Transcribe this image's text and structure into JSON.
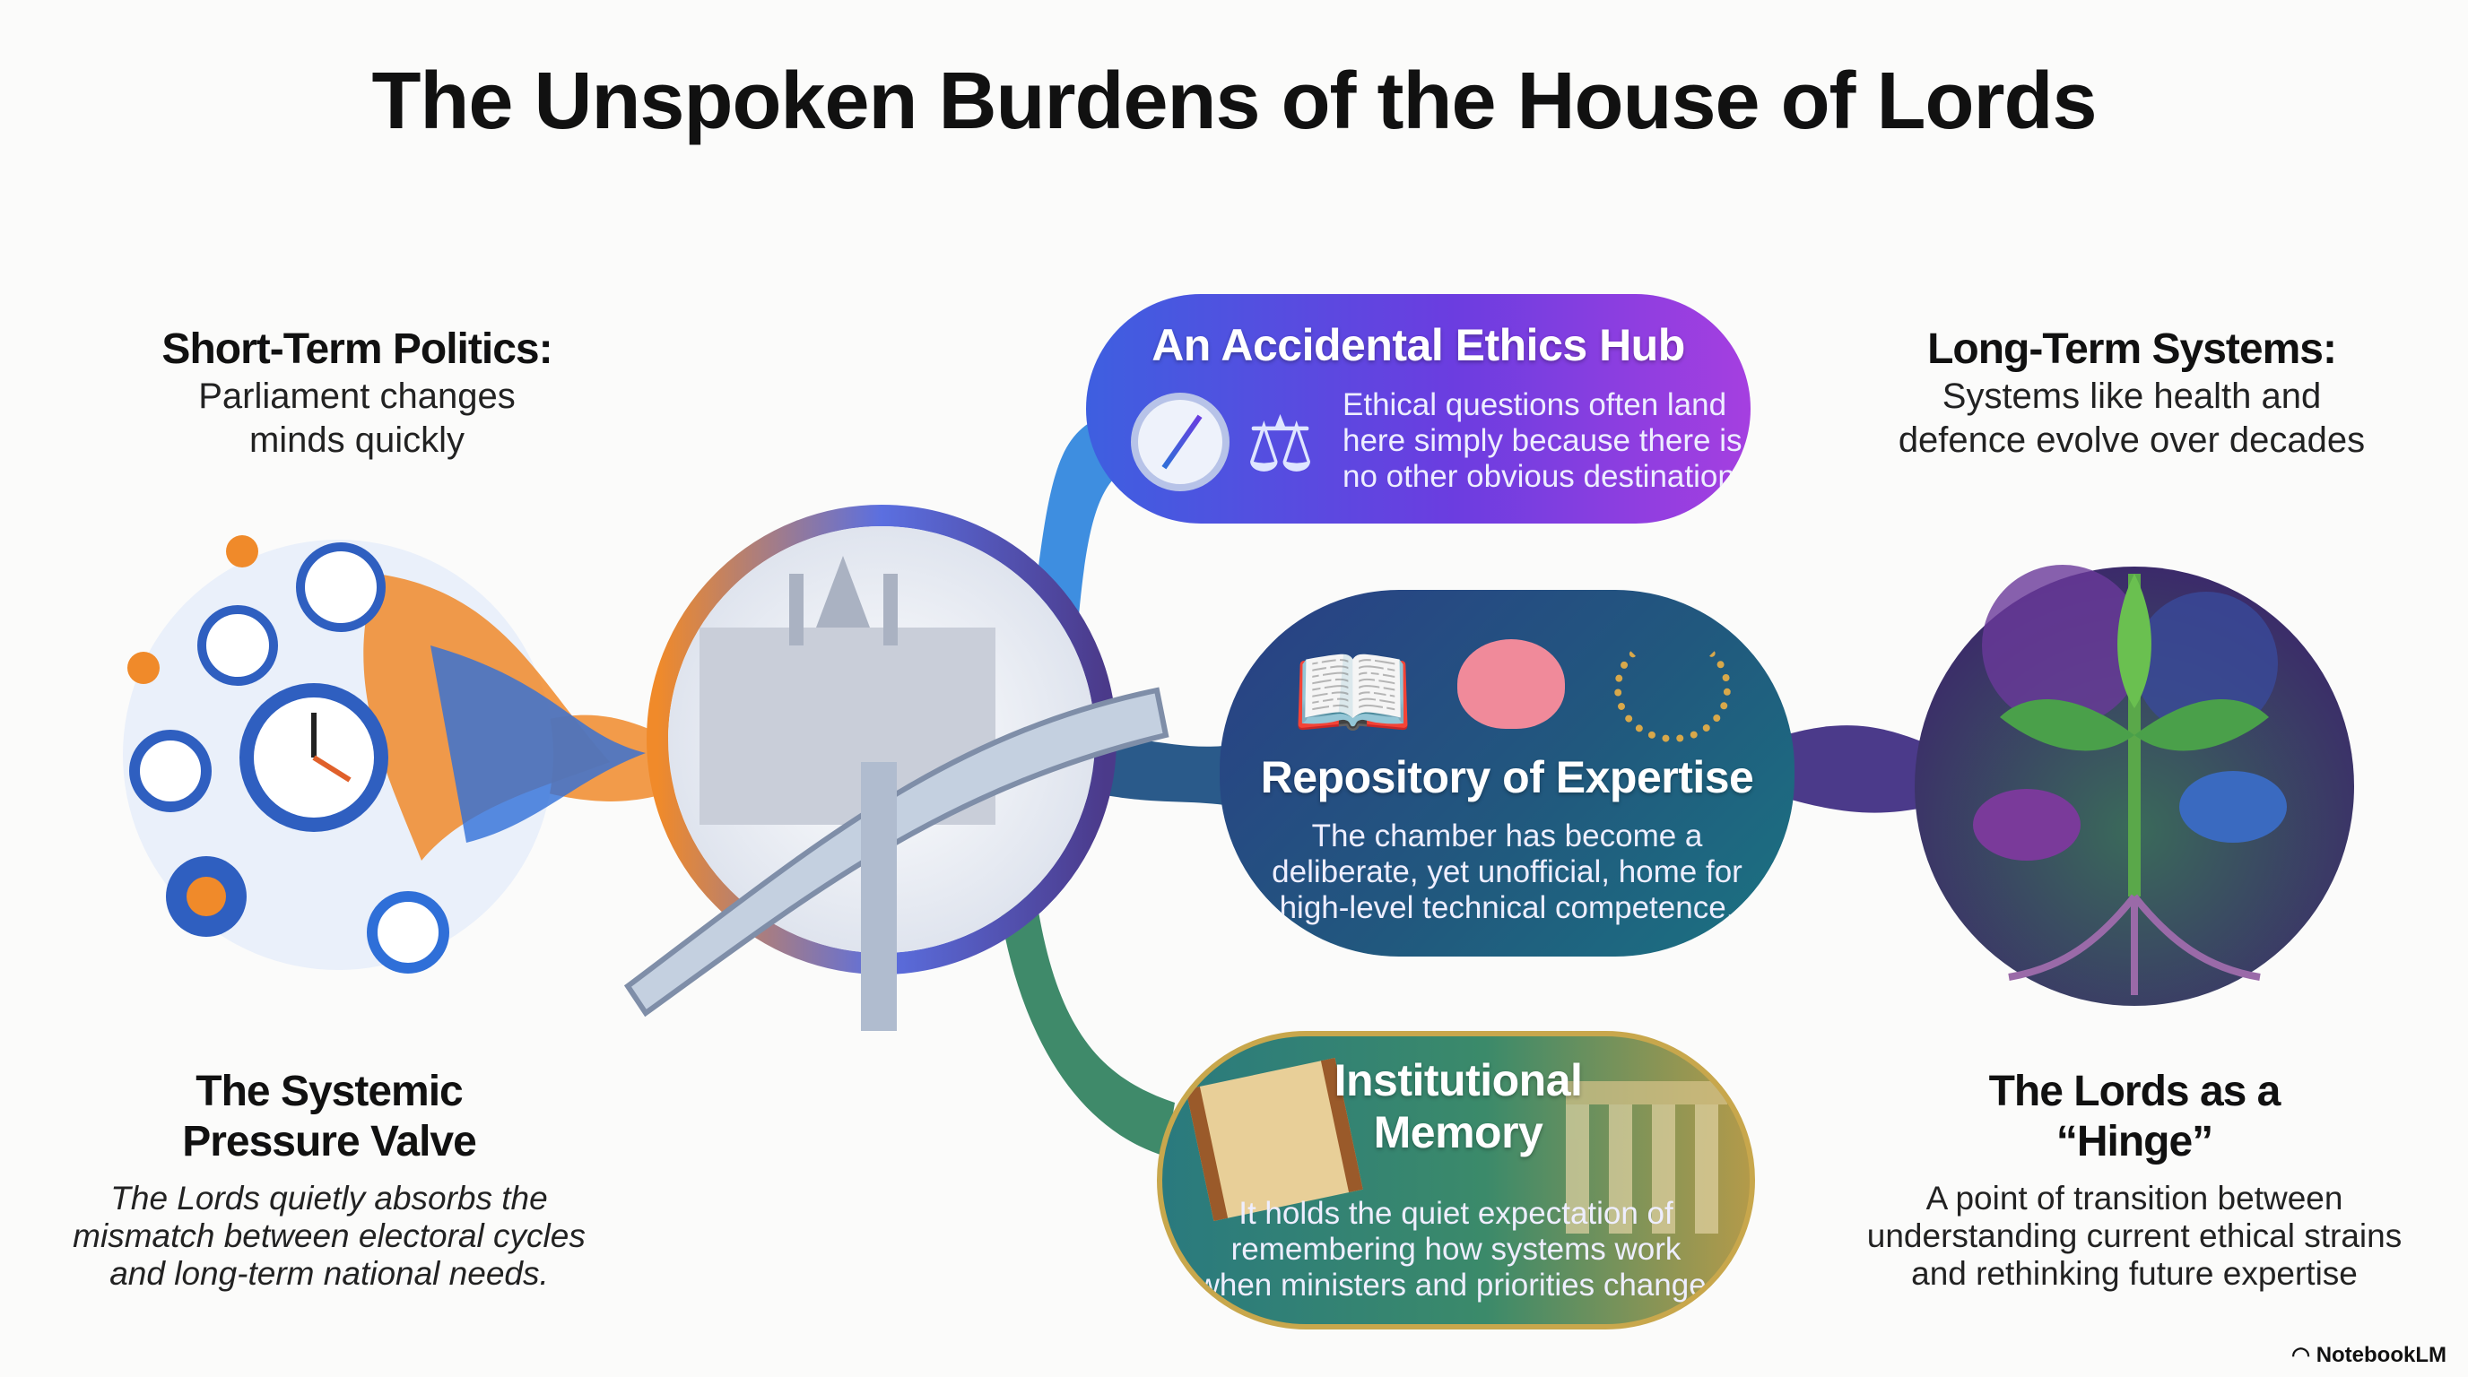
{
  "title": "The Unspoken Burdens of the House of Lords",
  "short_term": {
    "heading": "Short-Term Politics:",
    "body": [
      "Parliament changes",
      "minds quickly"
    ]
  },
  "long_term": {
    "heading": "Long-Term Systems:",
    "body": [
      "Systems like health and",
      "defence evolve over decades"
    ]
  },
  "pressure_valve": {
    "heading": [
      "The Systemic",
      "Pressure Valve"
    ],
    "body": [
      "The Lords quietly absorbs the",
      "mismatch between electoral cycles",
      "and long-term national needs."
    ]
  },
  "hinge": {
    "heading": [
      "The Lords as a",
      "“Hinge”"
    ],
    "body": [
      "A point of transition between",
      "understanding current ethical strains",
      "and rethinking future expertise"
    ]
  },
  "ethics_hub": {
    "heading": "An Accidental Ethics Hub",
    "body": [
      "Ethical questions often land",
      "here simply because there is",
      "no other obvious destination"
    ]
  },
  "expertise": {
    "heading": "Repository of Expertise",
    "body": [
      "The chamber has become a",
      "deliberate, yet unofficial, home for",
      "high-level technical competence."
    ]
  },
  "memory": {
    "heading": [
      "Institutional",
      "Memory"
    ],
    "body": [
      "It holds the quiet expectation of",
      "remembering how systems work",
      "when ministers and priorities change."
    ]
  },
  "branding": "NotebookLM",
  "colors": {
    "orange": "#f08a2a",
    "blue": "#2f6fd8",
    "purple": "#7a3fe0",
    "teal": "#1f7a80",
    "green": "#4a9a4a",
    "gold": "#c8a74c"
  }
}
